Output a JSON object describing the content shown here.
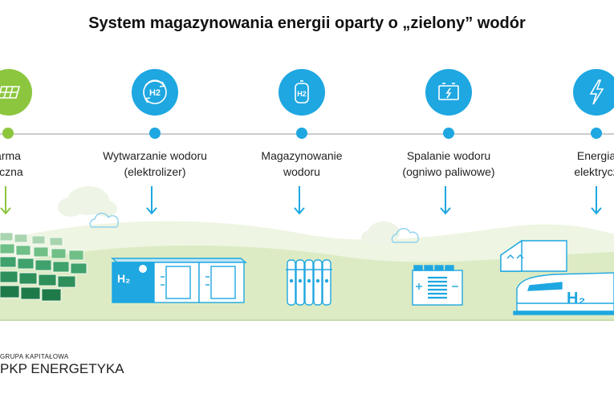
{
  "title": "System magazynowania energii oparty o „zielony” wodór",
  "steps": [
    {
      "label1": "arma",
      "label2": "eczna",
      "color": "#8cc63f",
      "icon": "solar-panel-icon"
    },
    {
      "label1": "Wytwarzanie wodoru",
      "label2": "(elektrolizer)",
      "color": "#1ea7e1",
      "icon": "h2-cycle-icon"
    },
    {
      "label1": "Magazynowanie",
      "label2": "wodoru",
      "color": "#1ea7e1",
      "icon": "h2-tank-icon"
    },
    {
      "label1": "Spalanie wodoru",
      "label2": "(ogniwo paliwowe)",
      "color": "#1ea7e1",
      "icon": "battery-icon"
    },
    {
      "label1": "Energia",
      "label2": "elektrycz",
      "color": "#1ea7e1",
      "icon": "lightning-icon"
    }
  ],
  "scene": {
    "electrolyzer_text": "H₂",
    "train_text": "H₂"
  },
  "footer": {
    "group": "GRUPA KAPITAŁOWA",
    "brand": "PKP ENERGETYKA"
  },
  "colors": {
    "green": "#8cc63f",
    "blue": "#1ea7e1",
    "light_green": "#e4efd0"
  }
}
